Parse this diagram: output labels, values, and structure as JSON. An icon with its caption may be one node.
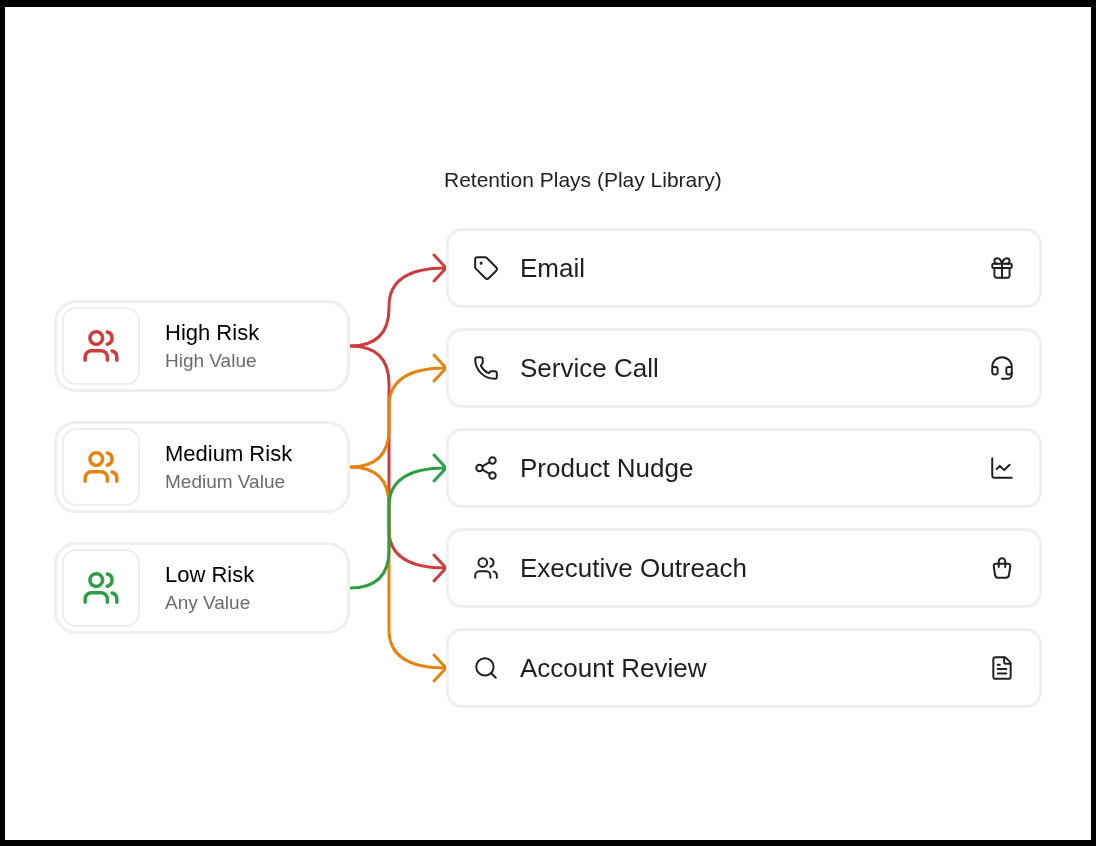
{
  "diagram": {
    "title": "Retention Plays (Play Library)",
    "nodes": [
      {
        "text": [
          "High Risk",
          "High Value"
        ]
      },
      {
        "text": [
          "Medium Risk",
          "Medium Value"
        ]
      },
      {
        "text": [
          "Low Risk",
          "Any Value"
        ]
      },
      {
        "text": [
          "Email"
        ]
      },
      {
        "text": [
          "Service Call"
        ]
      },
      {
        "text": [
          "Product Nudge"
        ]
      },
      {
        "text": [
          "Executive Outreach"
        ]
      },
      {
        "text": [
          "Account Review"
        ]
      }
    ],
    "edges": [
      {
        "from": 0,
        "to": 3,
        "arrow": "to",
        "color": "#d03b3b"
      },
      {
        "from": 0,
        "to": 6,
        "arrow": "to",
        "color": "#d03b3b"
      },
      {
        "from": 1,
        "to": 4,
        "arrow": "to",
        "color": "#e8820c"
      },
      {
        "from": 1,
        "to": 7,
        "arrow": "to",
        "color": "#e8820c"
      },
      {
        "from": 2,
        "to": 5,
        "arrow": "to",
        "color": "#2e9e44"
      }
    ]
  }
}
